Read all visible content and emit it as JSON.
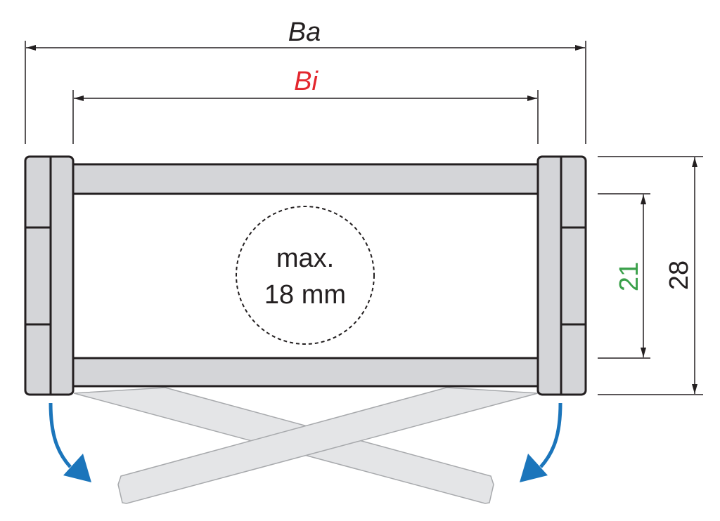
{
  "dimensions": {
    "outer_width_label": "Ba",
    "inner_width_label": "Bi",
    "outer_height_label": "28",
    "inner_height_label": "21"
  },
  "cable_circle": {
    "line1": "max.",
    "line2": "18 mm"
  },
  "colors": {
    "inner_width": "#e3262d",
    "inner_height": "#3aa04a",
    "arrow": "#1b75bb",
    "part_fill": "#d4d5d8"
  }
}
